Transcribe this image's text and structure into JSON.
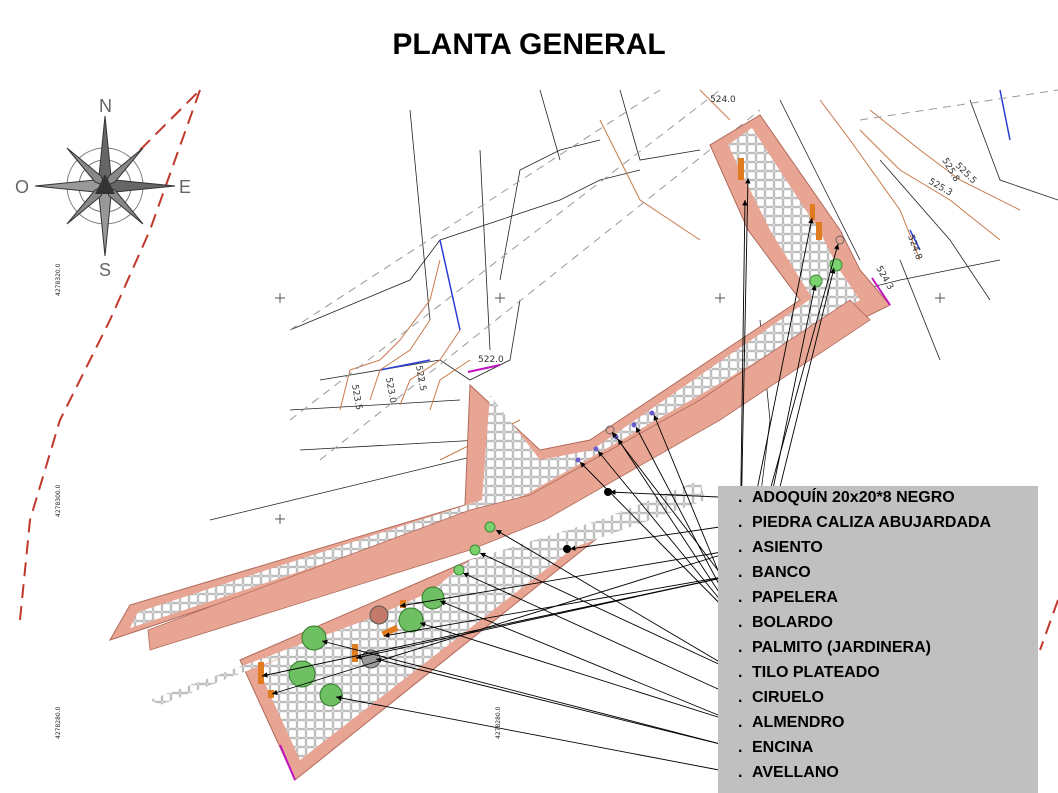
{
  "title": "PLANTA GENERAL",
  "compass": {
    "north": "N",
    "south": "S",
    "east": "E",
    "west": "O"
  },
  "contour_labels": [
    "524.0",
    "525.8",
    "525.5",
    "525.3",
    "524.8",
    "524.3",
    "522.0",
    "523.5",
    "523.0",
    "522.5"
  ],
  "grid_coordinates": [
    "4278320.0",
    "4278300.0",
    "4278280.0",
    "4278280.0"
  ],
  "legend": {
    "items": [
      "ADOQUÍN 20x20*8 NEGRO",
      "PIEDRA CALIZA ABUJARDADA",
      "ASIENTO",
      "BANCO",
      "PAPELERA",
      "BOLARDO",
      "PALMITO (JARDINERA)",
      "TILO PLATEADO",
      "CIRUELO",
      "ALMENDRO",
      "ENCINA",
      "AVELLANO"
    ]
  },
  "colors": {
    "paving_border": "#e8a594",
    "paving_fill": "#f2f2f2",
    "contour": "#c87a4a",
    "legend_bg": "#c0c0c0",
    "tree_green": "#5cb85c",
    "furniture_orange": "#e07b20",
    "property_line": "#c0392b"
  }
}
